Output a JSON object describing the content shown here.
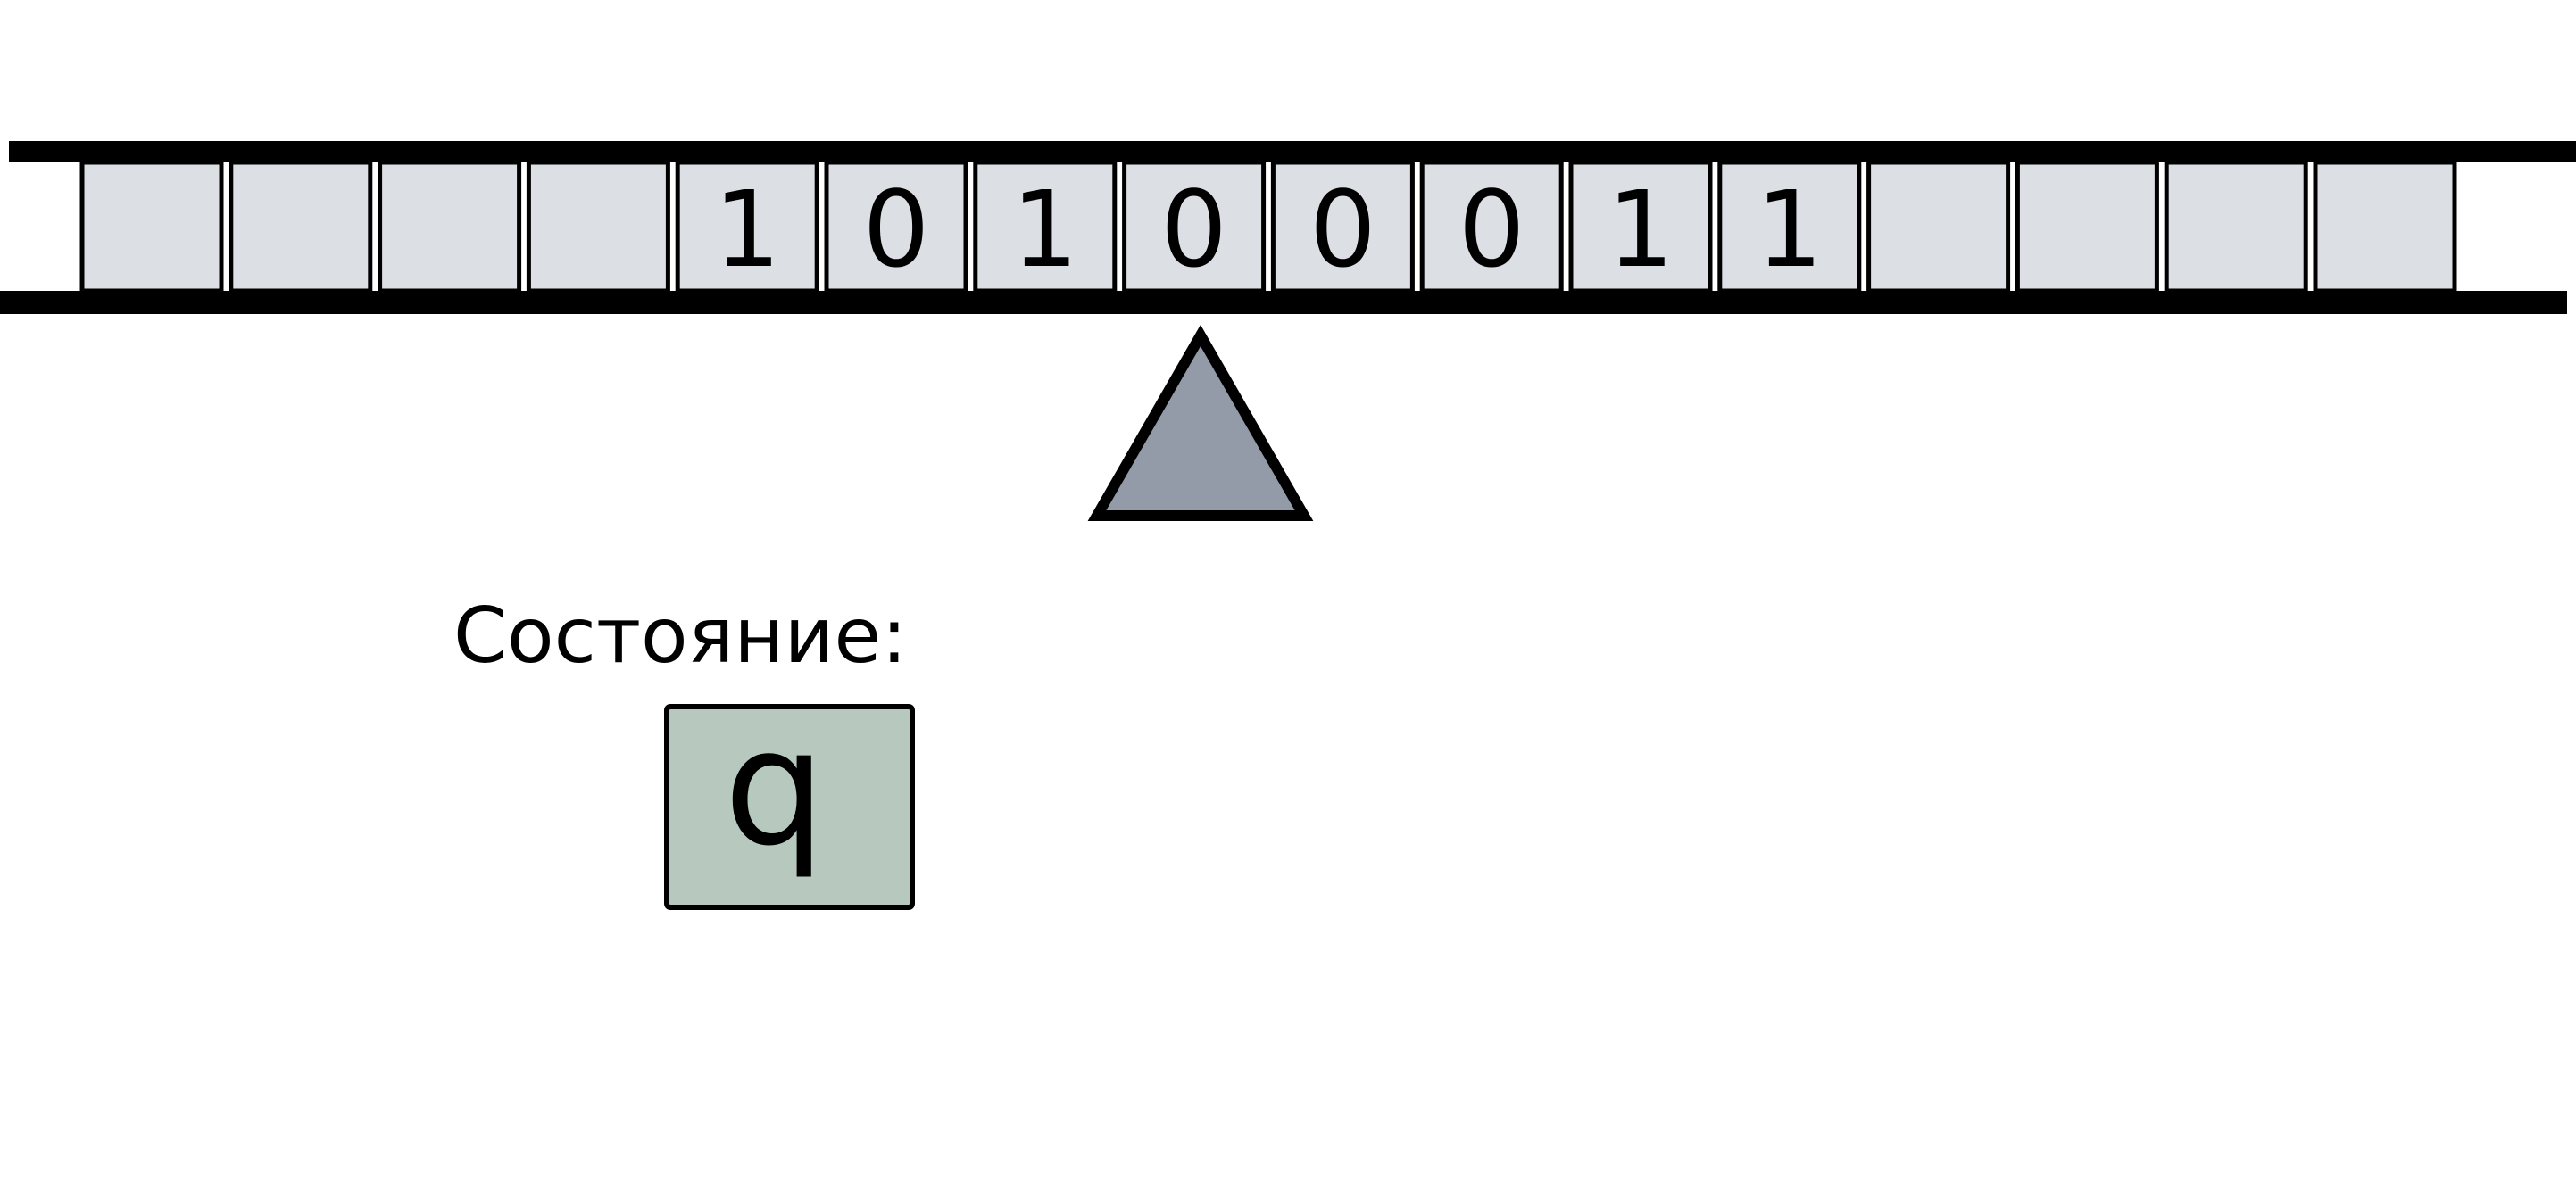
{
  "tape": {
    "cells": [
      "",
      "",
      "",
      "",
      "1",
      "0",
      "1",
      "0",
      "0",
      "0",
      "1",
      "1",
      "",
      "",
      "",
      ""
    ],
    "head_index": 7
  },
  "state": {
    "label": "Состояние:",
    "value": "q"
  },
  "colors": {
    "cell_fill": "#dcdfe3",
    "head_fill": "#939ba8",
    "state_fill": "#b7c9bf",
    "ink": "#000000"
  }
}
